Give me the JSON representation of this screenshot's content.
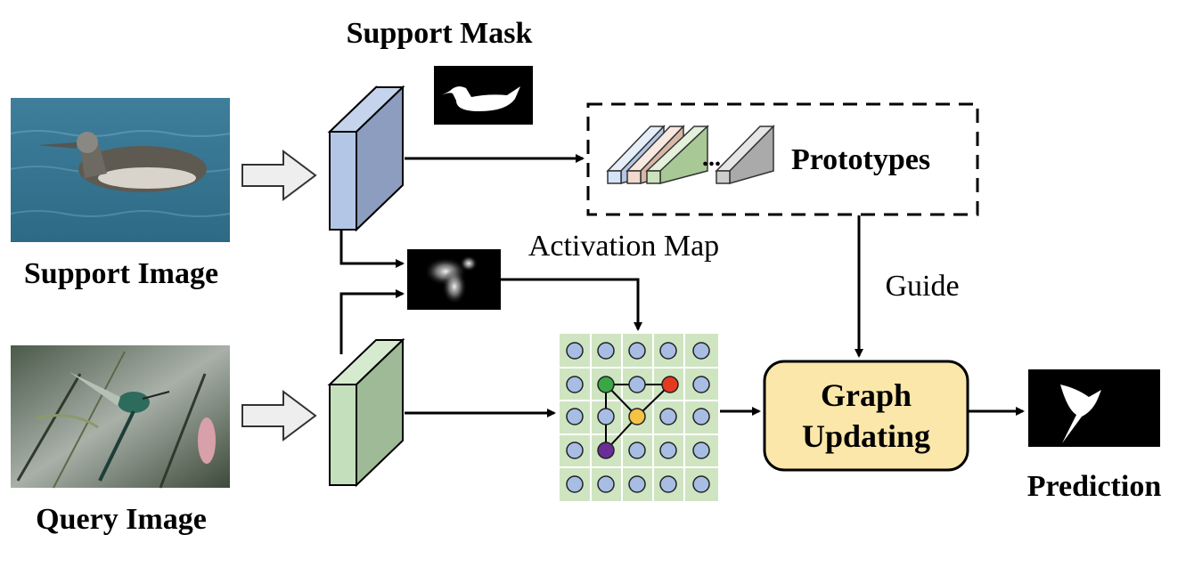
{
  "labels": {
    "support_mask": "Support Mask",
    "support_image": "Support Image",
    "query_image": "Query Image",
    "prototypes": "Prototypes",
    "activation_map": "Activation Map",
    "guide": "Guide",
    "graph_updating_line1": "Graph",
    "graph_updating_line2": "Updating",
    "prediction": "Prediction",
    "ellipsis": "..."
  },
  "colors": {
    "support_encoder": "#b3c6e6",
    "query_encoder": "#c4dfbb",
    "graph_box": "#fbe7a9",
    "grid_background": "#cfe5c2",
    "node_default": "#a7bde3",
    "node_green": "#3aa646",
    "node_red": "#e53a20",
    "node_yellow": "#f4c343",
    "node_purple": "#6a2d97",
    "prototype_blue": "#d4e3f5",
    "prototype_pink": "#f1d9cd",
    "prototype_green": "#cbe2bd",
    "prototype_gray": "#cccccc"
  },
  "icons": {
    "support_image": "bird-on-water-photo",
    "query_image": "hummingbird-photo",
    "support_mask": "bird-silhouette-mask",
    "activation_map": "blurred-activation-heatmap",
    "prediction": "hummingbird-silhouette-mask"
  }
}
